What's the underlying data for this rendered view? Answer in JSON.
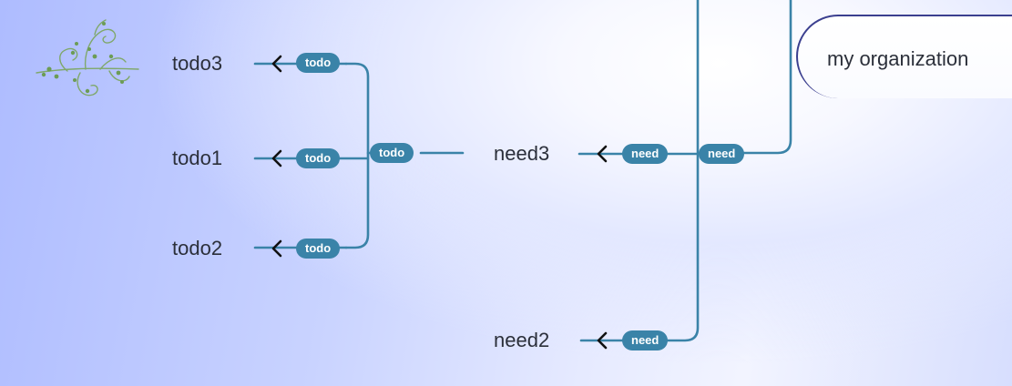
{
  "root": {
    "label": "my organization"
  },
  "nodes": [
    {
      "id": "todo3",
      "label": "todo3"
    },
    {
      "id": "todo1",
      "label": "todo1"
    },
    {
      "id": "todo2",
      "label": "todo2"
    },
    {
      "id": "need3",
      "label": "need3"
    },
    {
      "id": "need2",
      "label": "need2"
    }
  ],
  "edge_tags": {
    "todo3": "todo",
    "todo1": "todo",
    "todo2": "todo",
    "todo_group": "todo",
    "need3": "need",
    "need3_trunk": "need",
    "need2": "need"
  },
  "colors": {
    "connector": "#3a83a8",
    "tag_bg": "#3a83a8",
    "tag_text": "#ffffff",
    "root_border": "#3b3f8f",
    "arrow": "#111111"
  },
  "icons": {
    "ornament": "floral-vine-ornament"
  }
}
